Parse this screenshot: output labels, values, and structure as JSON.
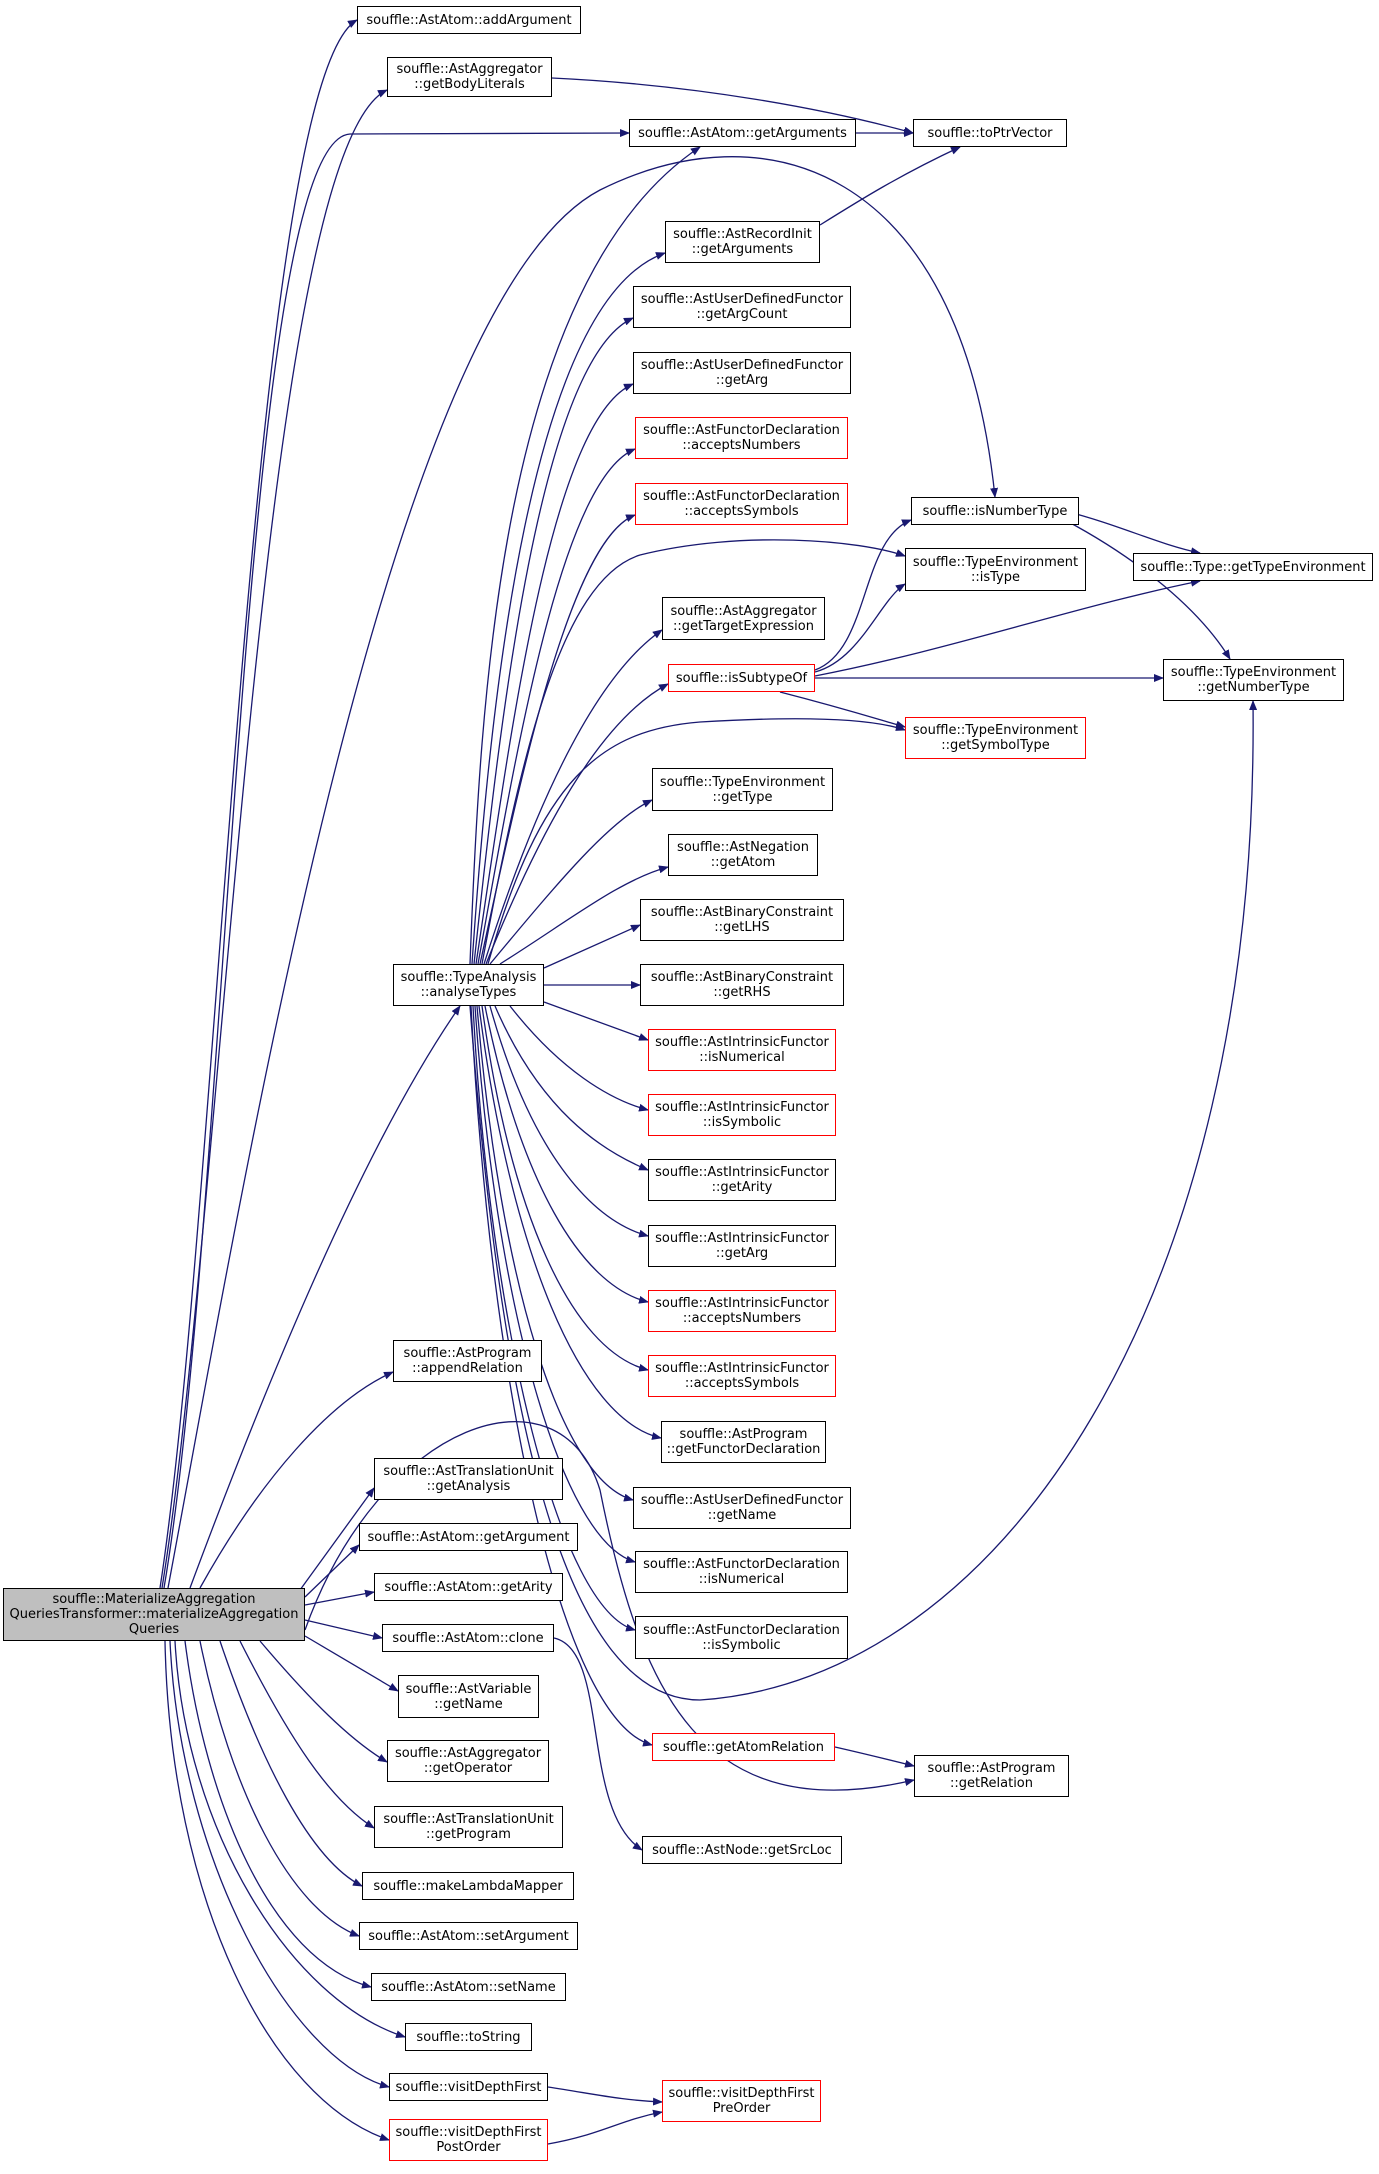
{
  "colors": {
    "edge": "#191970",
    "node_border": "#000000",
    "incomplete_border": "#ff0000",
    "root_fill": "#bfbfbf"
  },
  "nodes": {
    "root": {
      "lines": [
        "souffle::MaterializeAggregation",
        "QueriesTransformer::materializeAggregation",
        "Queries"
      ]
    },
    "addArgument": {
      "lines": [
        "souffle::AstAtom::addArgument"
      ]
    },
    "aggGetBodyLiterals": {
      "lines": [
        "souffle::AstAggregator",
        "::getBodyLiterals"
      ]
    },
    "atomGetArguments": {
      "lines": [
        "souffle::AstAtom::getArguments"
      ]
    },
    "toPtrVector": {
      "lines": [
        "souffle::toPtrVector"
      ]
    },
    "recGetArguments": {
      "lines": [
        "souffle::AstRecordInit",
        "::getArguments"
      ]
    },
    "udfGetArgCount": {
      "lines": [
        "souffle::AstUserDefinedFunctor",
        "::getArgCount"
      ]
    },
    "udfGetArg": {
      "lines": [
        "souffle::AstUserDefinedFunctor",
        "::getArg"
      ]
    },
    "fdAcceptsNumbers": {
      "lines": [
        "souffle::AstFunctorDeclaration",
        "::acceptsNumbers"
      ]
    },
    "fdAcceptsSymbols": {
      "lines": [
        "souffle::AstFunctorDeclaration",
        "::acceptsSymbols"
      ]
    },
    "isNumberType": {
      "lines": [
        "souffle::isNumberType"
      ]
    },
    "teIsType": {
      "lines": [
        "souffle::TypeEnvironment",
        "::isType"
      ]
    },
    "typeGetTypeEnv": {
      "lines": [
        "souffle::Type::getTypeEnvironment"
      ]
    },
    "aggGetTargetExpr": {
      "lines": [
        "souffle::AstAggregator",
        "::getTargetExpression"
      ]
    },
    "isSubtypeOf": {
      "lines": [
        "souffle::isSubtypeOf"
      ]
    },
    "teGetNumberType": {
      "lines": [
        "souffle::TypeEnvironment",
        "::getNumberType"
      ]
    },
    "teGetSymbolType": {
      "lines": [
        "souffle::TypeEnvironment",
        "::getSymbolType"
      ]
    },
    "teGetType": {
      "lines": [
        "souffle::TypeEnvironment",
        "::getType"
      ]
    },
    "negGetAtom": {
      "lines": [
        "souffle::AstNegation",
        "::getAtom"
      ]
    },
    "bcGetLHS": {
      "lines": [
        "souffle::AstBinaryConstraint",
        "::getLHS"
      ]
    },
    "analyseTypes": {
      "lines": [
        "souffle::TypeAnalysis",
        "::analyseTypes"
      ]
    },
    "bcGetRHS": {
      "lines": [
        "souffle::AstBinaryConstraint",
        "::getRHS"
      ]
    },
    "ifIsNumerical": {
      "lines": [
        "souffle::AstIntrinsicFunctor",
        "::isNumerical"
      ]
    },
    "ifIsSymbolic": {
      "lines": [
        "souffle::AstIntrinsicFunctor",
        "::isSymbolic"
      ]
    },
    "ifGetArity": {
      "lines": [
        "souffle::AstIntrinsicFunctor",
        "::getArity"
      ]
    },
    "ifGetArg": {
      "lines": [
        "souffle::AstIntrinsicFunctor",
        "::getArg"
      ]
    },
    "ifAcceptsNumbers": {
      "lines": [
        "souffle::AstIntrinsicFunctor",
        "::acceptsNumbers"
      ]
    },
    "ifAcceptsSymbols": {
      "lines": [
        "souffle::AstIntrinsicFunctor",
        "::acceptsSymbols"
      ]
    },
    "progAppendRelation": {
      "lines": [
        "souffle::AstProgram",
        "::appendRelation"
      ]
    },
    "progGetFunctorDecl": {
      "lines": [
        "souffle::AstProgram",
        "::getFunctorDeclaration"
      ]
    },
    "tuGetAnalysis": {
      "lines": [
        "souffle::AstTranslationUnit",
        "::getAnalysis"
      ]
    },
    "udfGetName": {
      "lines": [
        "souffle::AstUserDefinedFunctor",
        "::getName"
      ]
    },
    "atomGetArgument": {
      "lines": [
        "souffle::AstAtom::getArgument"
      ]
    },
    "fdIsNumerical": {
      "lines": [
        "souffle::AstFunctorDeclaration",
        "::isNumerical"
      ]
    },
    "atomGetArity": {
      "lines": [
        "souffle::AstAtom::getArity"
      ]
    },
    "atomClone": {
      "lines": [
        "souffle::AstAtom::clone"
      ]
    },
    "fdIsSymbolic": {
      "lines": [
        "souffle::AstFunctorDeclaration",
        "::isSymbolic"
      ]
    },
    "varGetName": {
      "lines": [
        "souffle::AstVariable",
        "::getName"
      ]
    },
    "getAtomRelation": {
      "lines": [
        "souffle::getAtomRelation"
      ]
    },
    "aggGetOperator": {
      "lines": [
        "souffle::AstAggregator",
        "::getOperator"
      ]
    },
    "progGetRelation": {
      "lines": [
        "souffle::AstProgram",
        "::getRelation"
      ]
    },
    "tuGetProgram": {
      "lines": [
        "souffle::AstTranslationUnit",
        "::getProgram"
      ]
    },
    "nodeGetSrcLoc": {
      "lines": [
        "souffle::AstNode::getSrcLoc"
      ]
    },
    "makeLambdaMapper": {
      "lines": [
        "souffle::makeLambdaMapper"
      ]
    },
    "atomSetArgument": {
      "lines": [
        "souffle::AstAtom::setArgument"
      ]
    },
    "atomSetName": {
      "lines": [
        "souffle::AstAtom::setName"
      ]
    },
    "toString": {
      "lines": [
        "souffle::toString"
      ]
    },
    "visitDepthFirst": {
      "lines": [
        "souffle::visitDepthFirst"
      ]
    },
    "visitDepthFirstPreOrder": {
      "lines": [
        "souffle::visitDepthFirst",
        "PreOrder"
      ]
    },
    "visitDepthFirstPostOrder": {
      "lines": [
        "souffle::visitDepthFirst",
        "PostOrder"
      ]
    }
  }
}
